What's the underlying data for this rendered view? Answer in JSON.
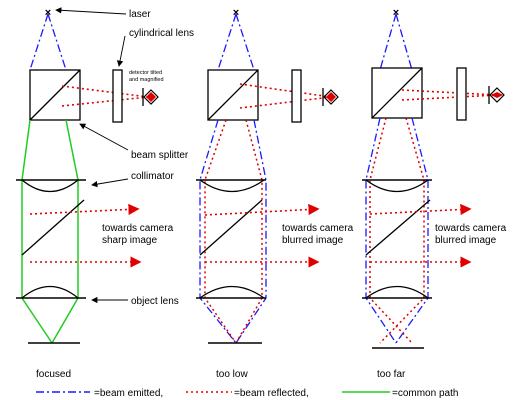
{
  "labels": {
    "laser": "laser",
    "cylindrical_lens": "cylindrical lens",
    "detector_line1": "detector tilted",
    "detector_line2": "and magnified",
    "beam_splitter": "beam splitter",
    "collimator": "collimator",
    "object_lens": "object lens",
    "panel1_line1": "towards camera",
    "panel1_line2": "sharp image",
    "panel2_line1": "towards camera",
    "panel2_line2": "blurred image",
    "panel3_line1": "towards camera",
    "panel3_line2": "blurred image"
  },
  "captions": {
    "focused": "focused",
    "too_low": "too low",
    "too_far": "too far"
  },
  "legend": {
    "emitted": "=beam emitted,",
    "reflected": "=beam reflected,",
    "common": "=common path"
  },
  "colors": {
    "emitted": "#1a1aff",
    "reflected": "#e00000",
    "common": "#22cc22",
    "detector": "#e00000",
    "lines": "#000000"
  }
}
